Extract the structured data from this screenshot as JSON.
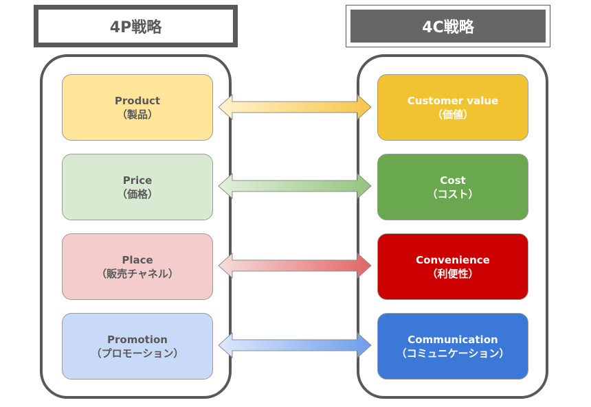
{
  "headers": {
    "left": "4P戦略",
    "right": "4C戦略"
  },
  "rows": [
    {
      "p": {
        "line1": "Product",
        "line2": "（製品）",
        "fill": "#ffe599"
      },
      "c": {
        "line1": "Customer value",
        "line2": "（価値）",
        "fill": "#f1c232"
      },
      "arrow": {
        "light": "#fff2cc",
        "dark": "#f6c64a"
      }
    },
    {
      "p": {
        "line1": "Price",
        "line2": "（価格）",
        "fill": "#d9ead3"
      },
      "c": {
        "line1": "Cost",
        "line2": "（コスト）",
        "fill": "#6aa84f"
      },
      "arrow": {
        "light": "#e3f0dc",
        "dark": "#93c47d"
      }
    },
    {
      "p": {
        "line1": "Place",
        "line2": "（販売チャネル）",
        "fill": "#f4cccc"
      },
      "c": {
        "line1": "Convenience",
        "line2": "（利便性）",
        "fill": "#cc0000"
      },
      "arrow": {
        "light": "#f8dcdc",
        "dark": "#e06666"
      }
    },
    {
      "p": {
        "line1": "Promotion",
        "line2": "（プロモーション）",
        "fill": "#c9daf8"
      },
      "c": {
        "line1": "Communication",
        "line2": "（コミュニケーション）",
        "fill": "#3c78d8"
      },
      "arrow": {
        "light": "#dde8fb",
        "dark": "#6d9eeb"
      }
    }
  ]
}
